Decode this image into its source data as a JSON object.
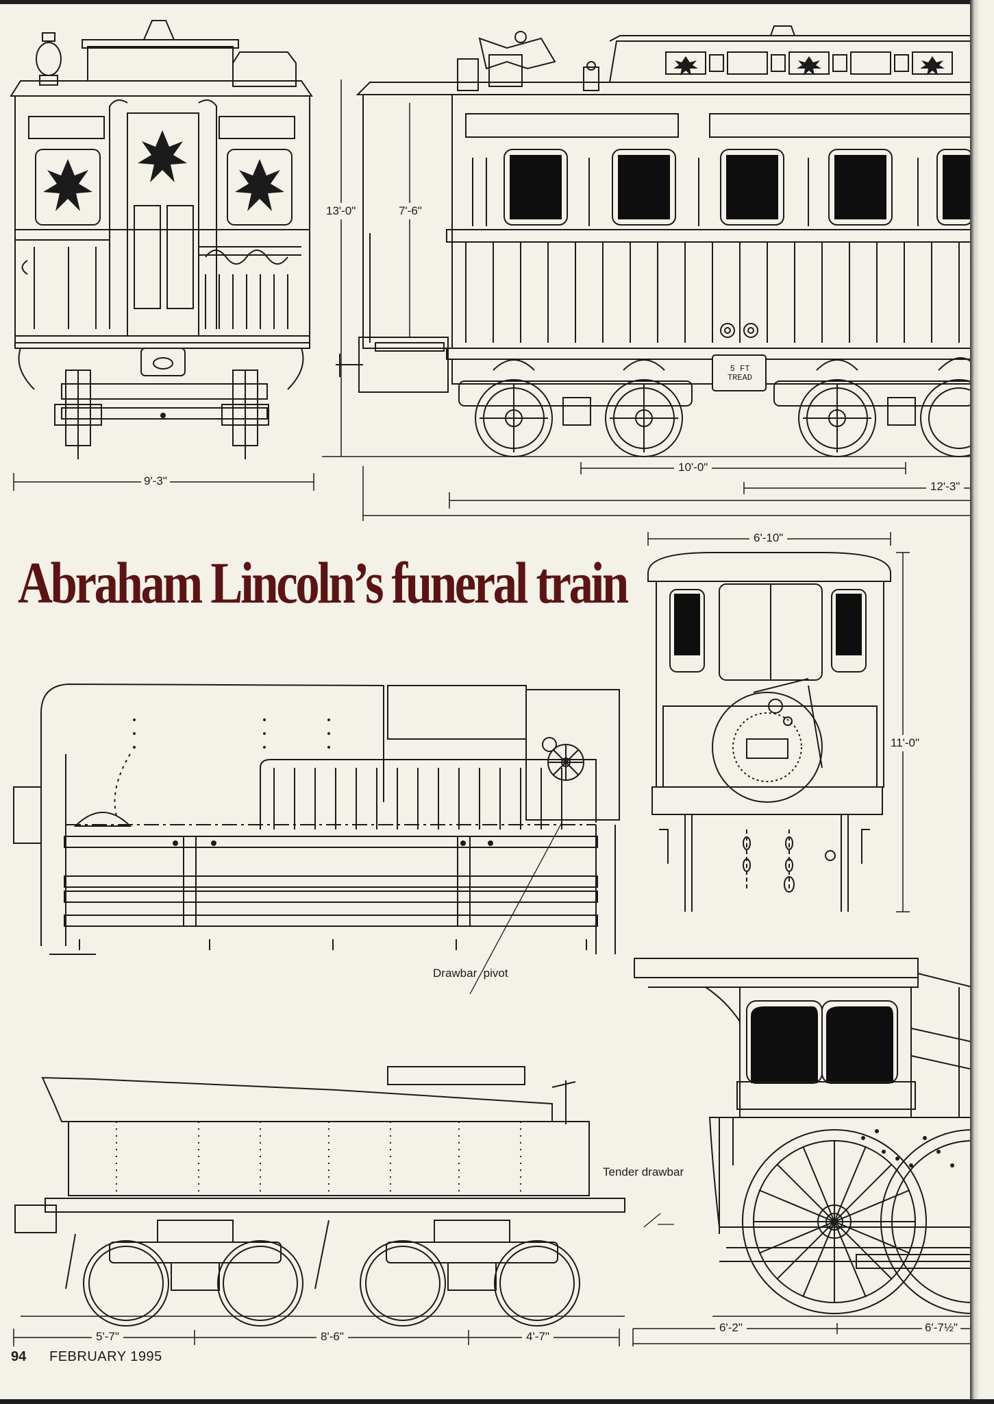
{
  "page": {
    "title": "Abraham Lincoln’s funeral train",
    "page_number": "94",
    "issue": "FEBRUARY 1995"
  },
  "dimensions": {
    "car_end_width": "9'-3\"",
    "car_height_total": "13'-0\"",
    "car_height_body": "7'-6\"",
    "truck_spacing": "10'-0\"",
    "car_right_section": "12'-3\"",
    "cab_width": "6'-10\"",
    "cab_height": "11'-0\"",
    "tender_axle_a": "5'-7\"",
    "tender_axle_b": "8'-6\"",
    "tender_axle_c": "4'-7\"",
    "loco_axle_a": "6'-2\"",
    "loco_axle_b": "6'-7½\""
  },
  "labels": {
    "tread": "5 FT TREAD",
    "drawbar_pivot": "Drawbar  pivot",
    "tender_drawbar": "Tender drawbar"
  }
}
